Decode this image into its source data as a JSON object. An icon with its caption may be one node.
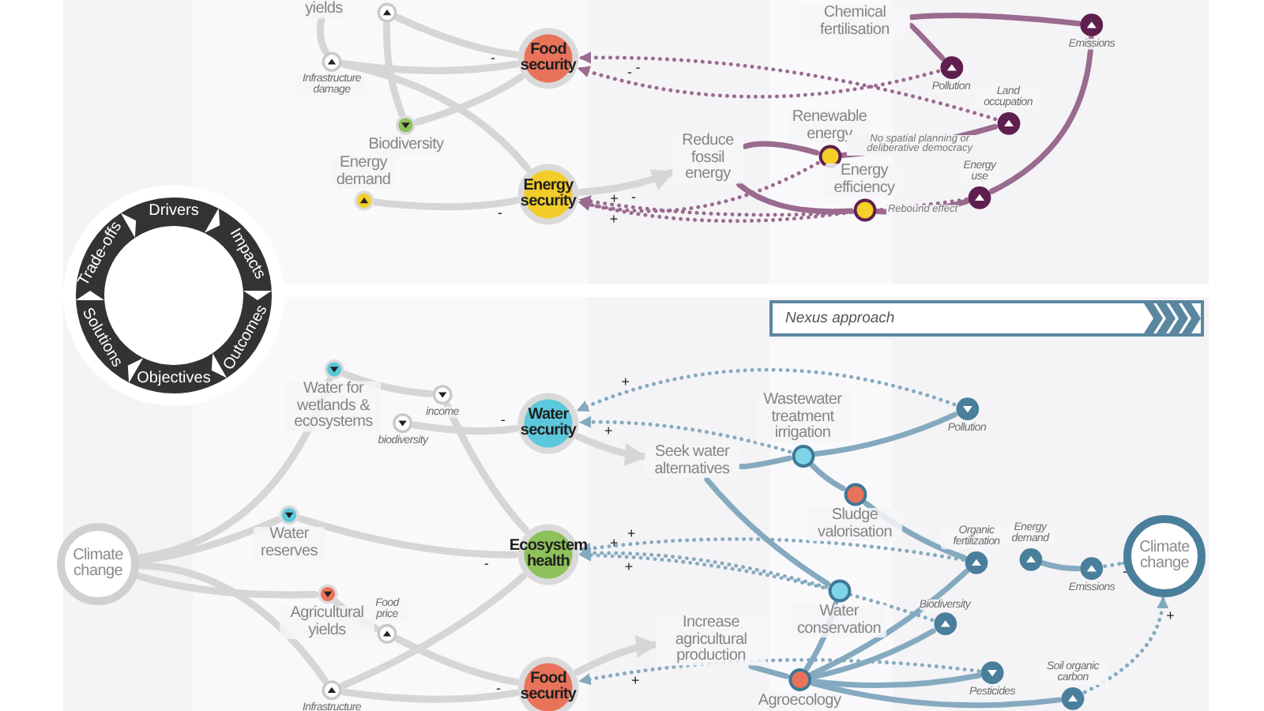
{
  "diagram": {
    "nodes": [
      {
        "text": [
          "yields"
        ]
      },
      {
        "text": [],
        "shape": "circle"
      },
      {
        "text": [
          "Infrastructure damage"
        ]
      },
      {
        "text": [
          "Biodiversity"
        ]
      },
      {
        "text": [
          "Energy demand"
        ]
      },
      {
        "text": [
          "Food security"
        ]
      },
      {
        "text": [
          "Energy security"
        ]
      },
      {
        "text": [
          "Reduce fossil energy"
        ]
      },
      {
        "text": [
          "Chemical fertilisation"
        ]
      },
      {
        "text": [
          "Pollution"
        ]
      },
      {
        "text": [
          "Land occupation"
        ]
      },
      {
        "text": [
          "Renewable energy"
        ]
      },
      {
        "text": [
          "Energy efficiency"
        ]
      },
      {
        "text": [
          "Energy use"
        ]
      },
      {
        "text": [
          "Emissions"
        ]
      },
      {
        "text": [
          "Water for wetlands & ecosystems"
        ]
      },
      {
        "text": [
          "income"
        ]
      },
      {
        "text": [
          "biodiversity"
        ]
      },
      {
        "text": [
          "Water security"
        ]
      },
      {
        "text": [
          "Climate change"
        ]
      },
      {
        "text": [
          "Water reserves"
        ]
      },
      {
        "text": [
          "Agricultural yields"
        ]
      },
      {
        "text": [
          "Food price"
        ]
      },
      {
        "text": [
          "Infrastructure"
        ]
      },
      {
        "text": [
          "Ecosystem health"
        ]
      },
      {
        "text": [
          "Food security"
        ]
      },
      {
        "text": [
          "Seek water alternatives"
        ]
      },
      {
        "text": [
          "Wastewater treatment irrigation"
        ]
      },
      {
        "text": [
          "Pollution"
        ]
      },
      {
        "text": [
          "Sludge valorisation"
        ]
      },
      {
        "text": [
          "Water conservation"
        ]
      },
      {
        "text": [
          "Increase agricultural production"
        ]
      },
      {
        "text": [
          "Agroecology"
        ]
      },
      {
        "text": [
          "Organic fertilization"
        ]
      },
      {
        "text": [
          "Energy demand"
        ]
      },
      {
        "text": [
          "Emissions"
        ]
      },
      {
        "text": [
          "Climate change"
        ]
      },
      {
        "text": [
          "Biodiversity"
        ]
      },
      {
        "text": [
          "Pesticides"
        ]
      },
      {
        "text": [
          "Soil organic carbon"
        ]
      }
    ],
    "edges": [
      {
        "from": 0,
        "to": 2,
        "arrow": "none"
      },
      {
        "from": 1,
        "to": 5,
        "arrow": "none"
      },
      {
        "from": 2,
        "to": 5,
        "arrow": "none",
        "label": "-"
      },
      {
        "from": 3,
        "to": 5,
        "arrow": "none"
      },
      {
        "from": 2,
        "to": 6,
        "arrow": "none"
      },
      {
        "from": 4,
        "to": 6,
        "arrow": "none",
        "label": "-"
      },
      {
        "from": 3,
        "to": 1,
        "arrow": "none"
      },
      {
        "from": 6,
        "to": 7,
        "arrow": "to"
      },
      {
        "from": 7,
        "to": 11,
        "arrow": "none",
        "color": "#9a6a8f"
      },
      {
        "from": 7,
        "to": 12,
        "arrow": "none",
        "color": "#9a6a8f"
      },
      {
        "from": 11,
        "to": 10,
        "arrow": "none",
        "color": "#9a6a8f",
        "label": "No spatial planning or deliberative democracy"
      },
      {
        "from": 12,
        "to": 13,
        "arrow": "none",
        "color": "#9a6a8f",
        "label": "Rebound effect"
      },
      {
        "from": 13,
        "to": 14,
        "arrow": "none",
        "color": "#9a6a8f"
      },
      {
        "from": 8,
        "to": 9,
        "arrow": "none",
        "color": "#9a6a8f"
      },
      {
        "from": 8,
        "to": 14,
        "arrow": "none",
        "color": "#9a6a8f"
      },
      {
        "from": 9,
        "to": 5,
        "arrow": "to",
        "style": "dashed",
        "color": "#9a6a8f",
        "label": "-"
      },
      {
        "from": 10,
        "to": 5,
        "arrow": "to",
        "style": "dashed",
        "color": "#9a6a8f",
        "label": "-"
      },
      {
        "from": 11,
        "to": 6,
        "arrow": "to",
        "style": "dashed",
        "color": "#9a6a8f",
        "label": "+"
      },
      {
        "from": 12,
        "to": 6,
        "arrow": "to",
        "style": "dashed",
        "color": "#9a6a8f",
        "label": "+"
      },
      {
        "from": 13,
        "to": 6,
        "arrow": "to",
        "style": "dashed",
        "color": "#9a6a8f",
        "label": "-"
      },
      {
        "from": 19,
        "to": 15,
        "arrow": "none"
      },
      {
        "from": 19,
        "to": 20,
        "arrow": "none"
      },
      {
        "from": 19,
        "to": 21,
        "arrow": "none"
      },
      {
        "from": 19,
        "to": 23,
        "arrow": "none"
      },
      {
        "from": 15,
        "to": 16,
        "arrow": "none"
      },
      {
        "from": 16,
        "to": 24,
        "arrow": "none"
      },
      {
        "from": 17,
        "to": 18,
        "arrow": "none",
        "label": "-"
      },
      {
        "from": 20,
        "to": 24,
        "arrow": "none",
        "label": "-"
      },
      {
        "from": 21,
        "to": 22,
        "arrow": "none"
      },
      {
        "from": 22,
        "to": 25,
        "arrow": "none",
        "label": "-"
      },
      {
        "from": 23,
        "to": 24,
        "arrow": "none"
      },
      {
        "from": 23,
        "to": 25,
        "arrow": "none"
      },
      {
        "from": 18,
        "to": 26,
        "arrow": "to"
      },
      {
        "from": 25,
        "to": 31,
        "arrow": "to"
      },
      {
        "from": 26,
        "to": 27,
        "arrow": "none",
        "color": "#85aabf"
      },
      {
        "from": 27,
        "to": 28,
        "arrow": "none",
        "color": "#85aabf"
      },
      {
        "from": 27,
        "to": 29,
        "arrow": "none",
        "color": "#85aabf"
      },
      {
        "from": 26,
        "to": 30,
        "arrow": "none",
        "color": "#85aabf"
      },
      {
        "from": 29,
        "to": 33,
        "arrow": "none",
        "color": "#85aabf"
      },
      {
        "from": 31,
        "to": 32,
        "arrow": "none",
        "color": "#85aabf"
      },
      {
        "from": 32,
        "to": 30,
        "arrow": "none",
        "color": "#85aabf"
      },
      {
        "from": 32,
        "to": 33,
        "arrow": "none",
        "color": "#85aabf"
      },
      {
        "from": 32,
        "to": 37,
        "arrow": "none",
        "color": "#85aabf"
      },
      {
        "from": 32,
        "to": 38,
        "arrow": "none",
        "color": "#85aabf"
      },
      {
        "from": 32,
        "to": 39,
        "arrow": "none",
        "color": "#85aabf"
      },
      {
        "from": 34,
        "to": 35,
        "arrow": "none",
        "color": "#85aabf"
      },
      {
        "from": 35,
        "to": 36,
        "arrow": "to",
        "style": "dashed",
        "color": "#85aabf",
        "label": "-"
      },
      {
        "from": 28,
        "to": 18,
        "arrow": "to",
        "style": "dashed",
        "color": "#85aabf",
        "label": "+"
      },
      {
        "from": 27,
        "to": 18,
        "arrow": "to",
        "style": "dashed",
        "color": "#85aabf",
        "label": "+"
      },
      {
        "from": 30,
        "to": 24,
        "arrow": "to",
        "style": "dashed",
        "color": "#85aabf",
        "label": "+"
      },
      {
        "from": 37,
        "to": 24,
        "arrow": "to",
        "style": "dashed",
        "color": "#85aabf",
        "label": "+"
      },
      {
        "from": 33,
        "to": 24,
        "arrow": "to",
        "style": "dashed",
        "color": "#85aabf",
        "label": "+"
      },
      {
        "from": 38,
        "to": 25,
        "arrow": "to",
        "style": "dashed",
        "color": "#85aabf",
        "label": "+"
      },
      {
        "from": 39,
        "to": 36,
        "arrow": "to",
        "style": "dashed",
        "color": "#85aabf",
        "label": "+"
      }
    ],
    "labels": [
      "Drivers",
      "Impacts",
      "Outcomes",
      "Objectives",
      "Solutions",
      "Trade-offs",
      "Nexus approach"
    ]
  }
}
